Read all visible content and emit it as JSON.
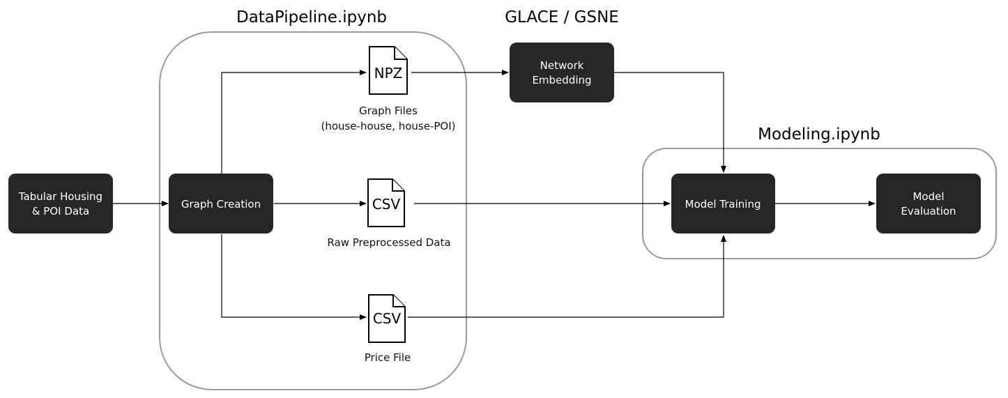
{
  "groups": {
    "datapipeline": {
      "title": "DataPipeline.ipynb"
    },
    "glace": {
      "title": "GLACE / GSNE"
    },
    "modeling": {
      "title": "Modeling.ipynb"
    }
  },
  "nodes": {
    "tabular": {
      "line1": "Tabular Housing",
      "line2": "& POI Data"
    },
    "graph_creation": {
      "label": "Graph Creation"
    },
    "network_embedding": {
      "line1": "Network",
      "line2": "Embedding"
    },
    "model_training": {
      "label": "Model Training"
    },
    "model_evaluation": {
      "line1": "Model",
      "line2": "Evaluation"
    }
  },
  "files": {
    "npz": {
      "type": "NPZ",
      "caption_line1": "Graph Files",
      "caption_line2": "(house-house, house-POI)"
    },
    "csv_raw": {
      "type": "CSV",
      "caption": "Raw Preprocessed Data"
    },
    "csv_price": {
      "type": "CSV",
      "caption": "Price File"
    }
  },
  "colors": {
    "box_fill": "#262626",
    "box_text": "#ffffff",
    "group_border": "#9a9a9a",
    "edge": "#000000"
  }
}
